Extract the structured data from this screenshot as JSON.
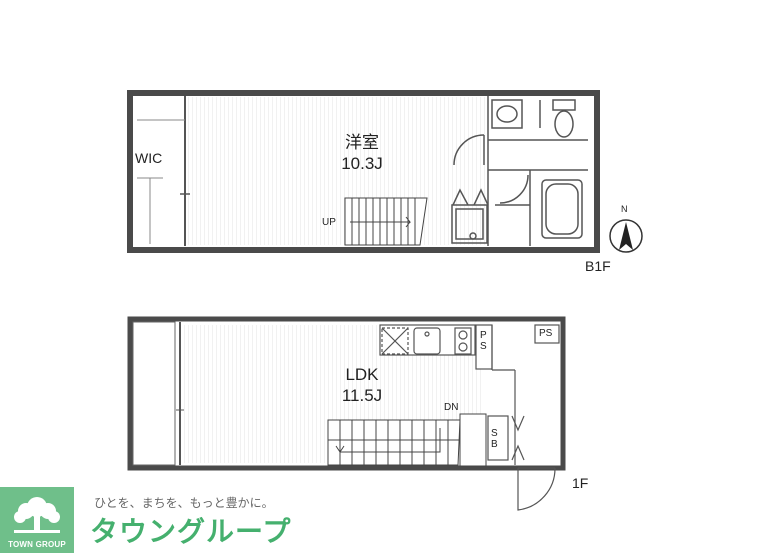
{
  "floors": {
    "b1": {
      "floor_label": "B1F",
      "room_name": "洋室",
      "room_size": "10.3J",
      "closet": "WIC",
      "stairs_label": "UP"
    },
    "f1": {
      "floor_label": "1F",
      "room_name": "LDK",
      "room_size": "11.5J",
      "stairs_label": "DN",
      "ps_small": "P\nS",
      "ps_top": "PS",
      "shoe_box": "S\nB"
    }
  },
  "compass": {
    "north_label": "N"
  },
  "branding": {
    "logo_text": "TOWN GROUP",
    "slogan": "ひとを、まちを、もっと豊かに。",
    "name": "タウングループ",
    "color": "#6fbf8a"
  },
  "colors": {
    "wall": "#4a4a4a",
    "floor_line": "#e2e2e2"
  }
}
